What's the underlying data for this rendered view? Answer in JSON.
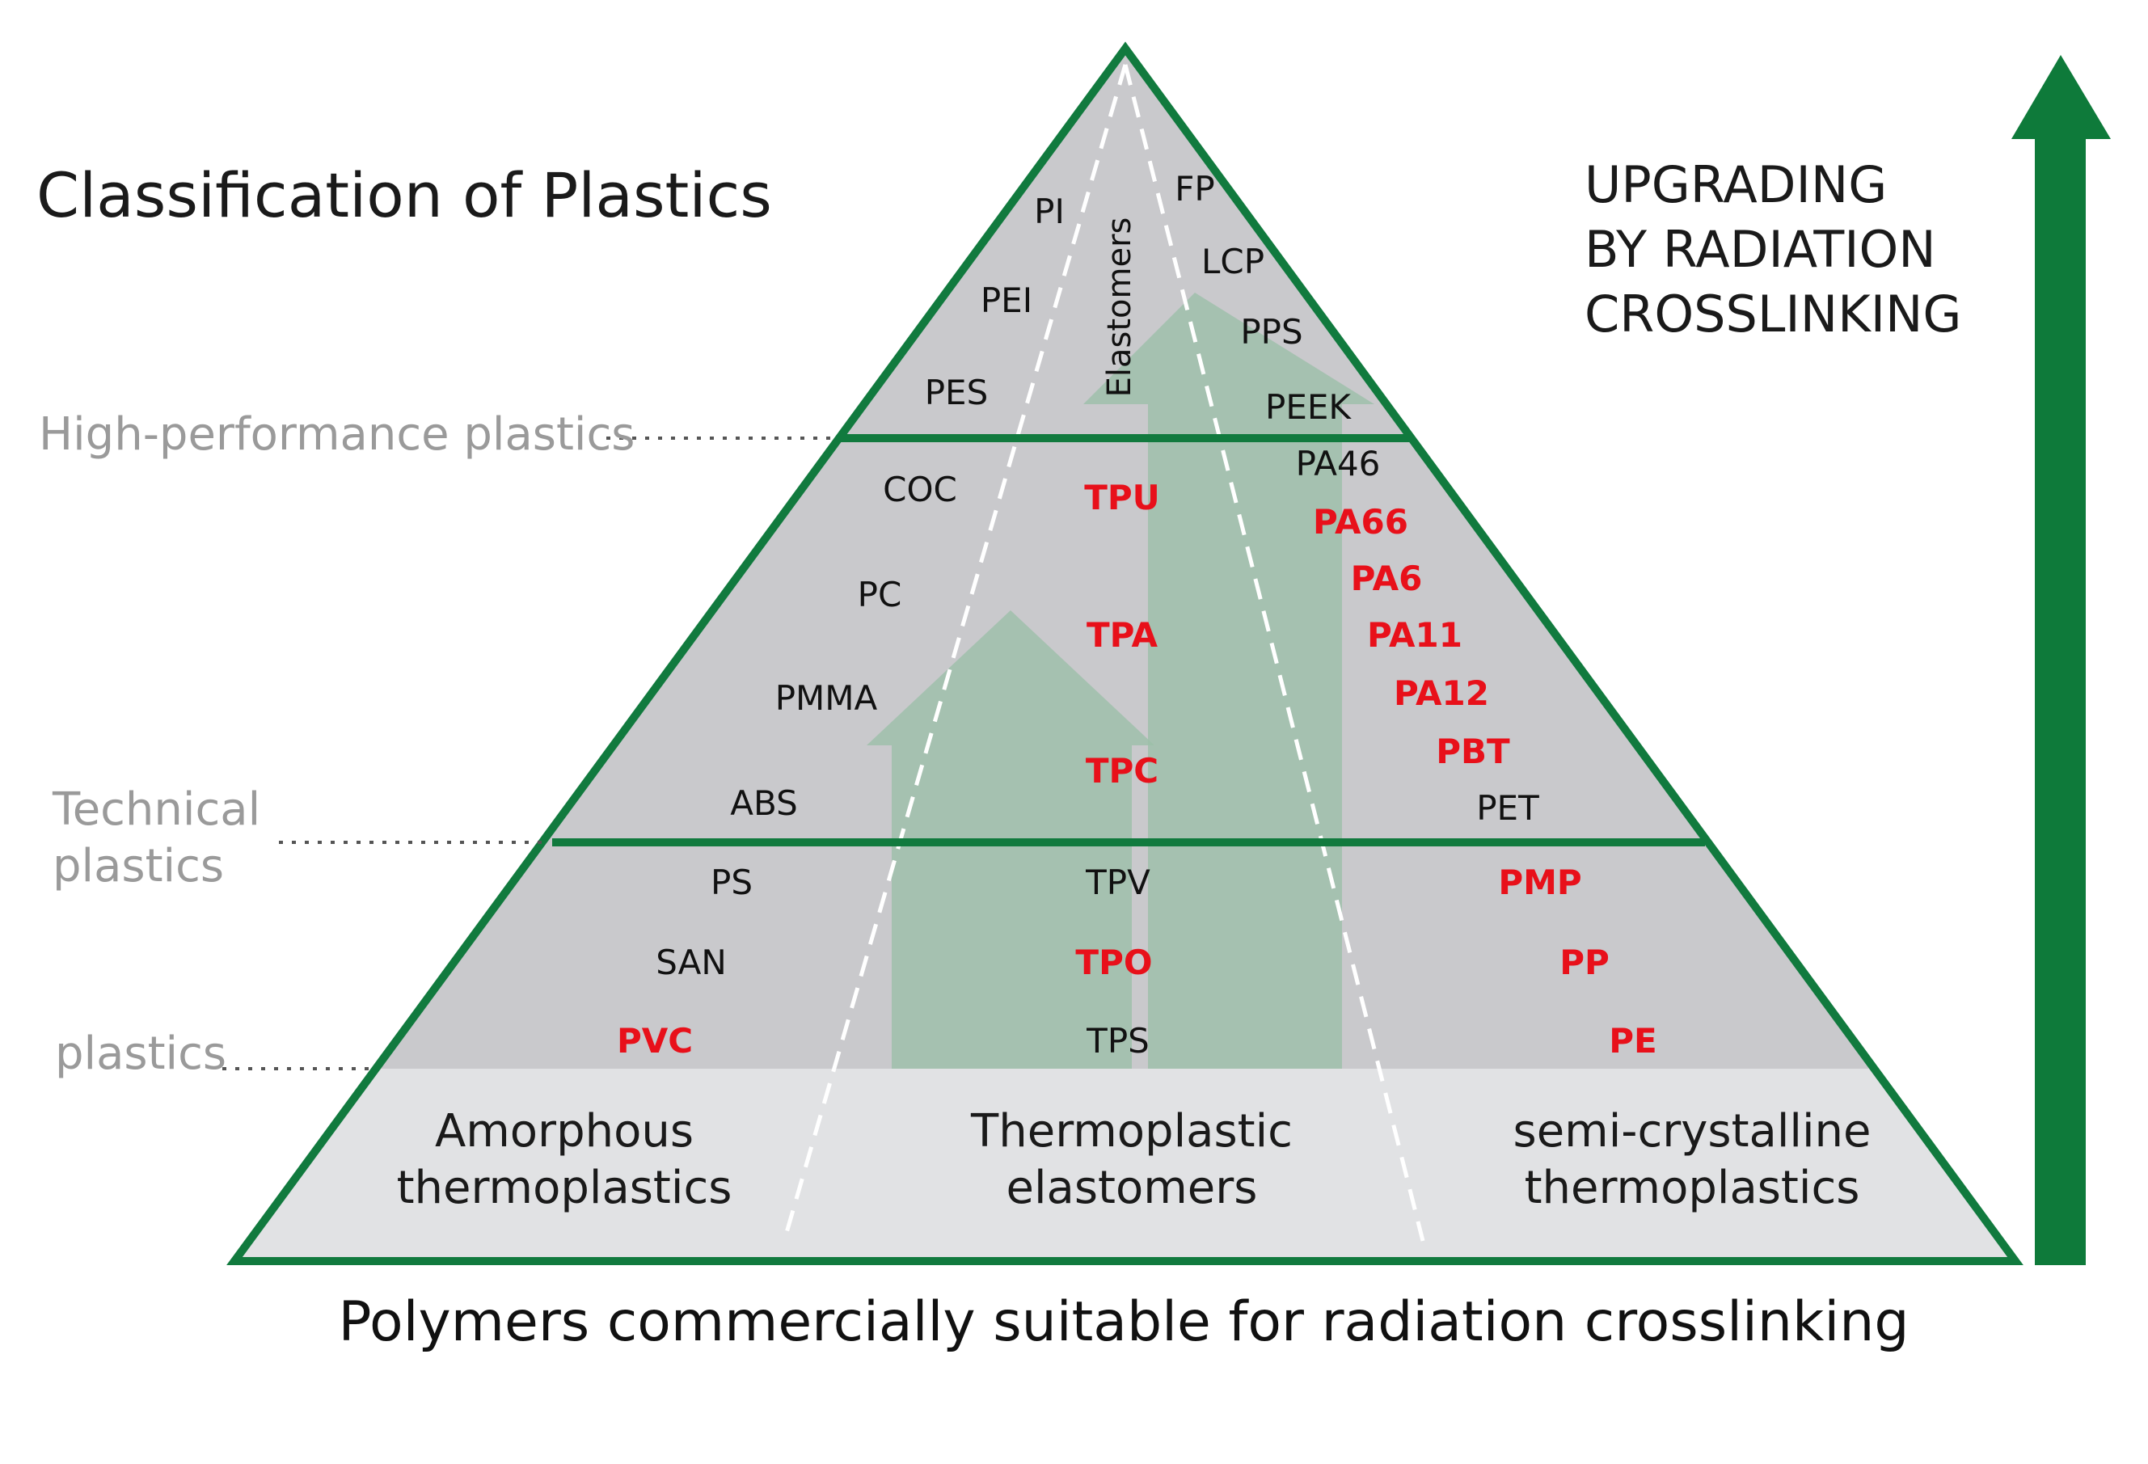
{
  "title": "Classification of Plastics",
  "upgrade_label": [
    "UPGRADING",
    "BY RADIATION",
    "CROSSLINKING"
  ],
  "footer": "Polymers commercially suitable for radiation crosslinking",
  "tiers": {
    "high_performance": "High-performance plastics",
    "technical": [
      "Technical",
      "plastics"
    ],
    "standard": "plastics"
  },
  "columns": {
    "amorphous": [
      "Amorphous",
      "thermoplastics"
    ],
    "elastomers": [
      "Thermoplastic",
      "elastomers"
    ],
    "semi_crystalline": [
      "semi-crystalline",
      "thermoplastics"
    ]
  },
  "elastomers_label": "Elastomers",
  "polymers": {
    "pi": "PI",
    "pei": "PEI",
    "pes": "PES",
    "fp": "FP",
    "lcp": "LCP",
    "pps": "PPS",
    "peek": "PEEK",
    "coc": "COC",
    "pc": "PC",
    "pmma": "PMMA",
    "abs": "ABS",
    "tpu": "TPU",
    "tpa": "TPA",
    "tpc": "TPC",
    "pa46": "PA46",
    "pa66": "PA66",
    "pa6": "PA6",
    "pa11": "PA11",
    "pa12": "PA12",
    "pbt": "PBT",
    "pet": "PET",
    "ps": "PS",
    "san": "SAN",
    "pvc": "PVC",
    "tpv": "TPV",
    "tpo": "TPO",
    "tps": "TPS",
    "pmp": "PMP",
    "pp": "PP",
    "pe": "PE"
  },
  "colors": {
    "pyramid_green": "#117a3e",
    "arrow_green": "#0e7a3a",
    "highlight_red": "#e8101a",
    "pyramid_fill": "#c9c9cc",
    "base_fill": "#e1e2e4",
    "inner_arrow": "#9cbfa9"
  }
}
